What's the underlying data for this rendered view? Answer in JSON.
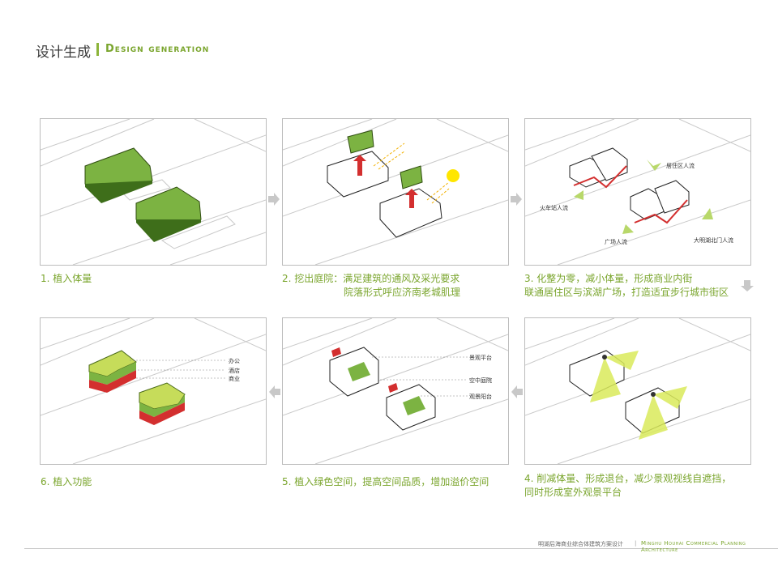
{
  "header": {
    "title_cn": "设计生成",
    "title_en": "Design generation"
  },
  "panels": [
    {
      "caption": [
        "1. 植入体量"
      ]
    },
    {
      "caption": [
        "2. 挖出庭院：满足建筑的通风及采光要求",
        "院落形式呼应济南老城肌理"
      ]
    },
    {
      "caption": [
        "3. 化整为零，减小体量，形成商业内街",
        "联通居住区与滨湖广场，打造适宜步行城市街区"
      ],
      "labels": {
        "residential": "居住区人流",
        "station": "火车站人流",
        "plaza": "广场人流",
        "gate": "大明湖北门人流"
      }
    },
    {
      "caption": [
        "4. 削减体量、形成退台，减少景观视线自遮挡，",
        "同时形成室外观景平台"
      ]
    },
    {
      "caption": [
        "5. 植入绿色空间，提高空间品质，增加溢价空间"
      ],
      "labels": {
        "platform": "景观平台",
        "sky_court": "空中庭院",
        "balcony": "观景阳台"
      }
    },
    {
      "caption": [
        "6. 植入功能"
      ],
      "labels": {
        "office": "办公",
        "hotel": "酒店",
        "retail": "商业"
      }
    }
  ],
  "footer": {
    "project_cn": "明湖后海商业综合体建筑方案设计",
    "separator": "|",
    "project_en": "Minghu Houhai Commercial Planning Architecture"
  },
  "colors": {
    "accent": "#8cb43a",
    "mass_green": "#7cb342",
    "red_arrow": "#d32f2f",
    "sun": "#ffe600",
    "view_cone": "#d9ea5a"
  }
}
